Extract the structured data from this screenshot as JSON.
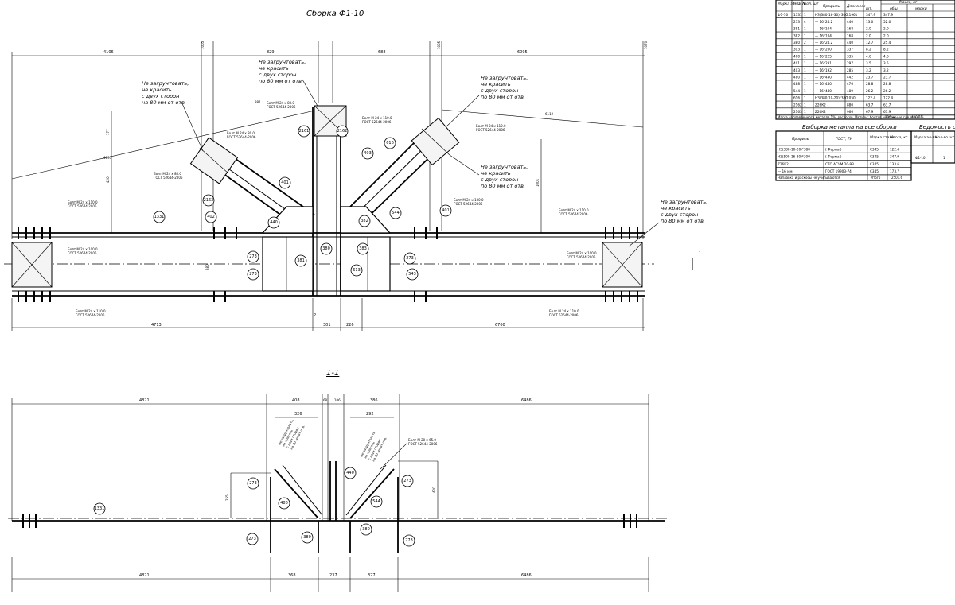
{
  "titles": {
    "assembly": "Сборка Ф1-10",
    "section": "1-1",
    "section_marker": "1",
    "sub_marker": "2"
  },
  "notes": {
    "no_weld_a": [
      "Не загрунтовать,",
      "не красить",
      "с двух сторон",
      "на 80 мм от отв."
    ],
    "no_weld_b": [
      "Не загрунтовать,",
      "не красить",
      "с двух сторон",
      "по 80 мм от отв."
    ],
    "bolt_24_80": [
      "Болт М 24 х 80.0",
      "ГОСТ 52644-2006"
    ],
    "bolt_24_100": [
      "Болт М 24 х 100.0",
      "ГОСТ 52644-2006"
    ],
    "bolt_24_110": [
      "Болт М 24 х 110.0",
      "ГОСТ 52644-2006"
    ],
    "bolt_20_65": [
      "Болт М 20 х 65.0",
      "ГОСТ 52644-2006"
    ],
    "section_no_weld_left": [
      "Не загрунтовать,",
      "не красить",
      "с двух сторон",
      "на 80 мм от отв."
    ],
    "section_no_weld_right": [
      "Не загрунтовать,",
      "не красить",
      "с двух сторон",
      "на 80 мм от отв."
    ]
  },
  "callouts_top": [
    "1331",
    "2161",
    "2163",
    "402",
    "401",
    "440",
    "273",
    "381",
    "380",
    "382",
    "383",
    "616",
    "403",
    "2162",
    "613",
    "544",
    "273",
    "401",
    "273",
    "543"
  ],
  "callouts_section": [
    "1331",
    "273",
    "273",
    "480",
    "380",
    "380",
    "440",
    "544",
    "273",
    "273"
  ],
  "dims_top": {
    "top_row": [
      "4106",
      "6095",
      "829",
      "688",
      "1005",
      "1005",
      "1070"
    ],
    "bottom_row": [
      "4713",
      "6700",
      "301",
      "226"
    ],
    "vertical": [
      "280",
      "420",
      "177",
      "1001"
    ],
    "diagonal": [
      "6112",
      "6113",
      "4093",
      "881"
    ]
  },
  "dims_section": {
    "top_row": [
      "4821",
      "6486",
      "408",
      "326",
      "386",
      "292",
      "68",
      "106"
    ],
    "bottom_row": [
      "4821",
      "6486",
      "368",
      "237",
      "327"
    ],
    "vertical": [
      "255",
      "420"
    ]
  },
  "spec_table": {
    "header": [
      "Марка эл-та",
      "Поз. №",
      "Кол. шт",
      "Профиль",
      "Длина мм",
      "Масса, кг",
      "шт.",
      "общ.",
      "марки"
    ],
    "mass_group": "Масса, кг",
    "rows": [
      [
        "Ф1-10",
        "1331",
        "1",
        "НЗ(380-16-30)*300",
        "11961",
        "347.9",
        "347.9"
      ],
      [
        "",
        "273",
        "4",
        "— 16*24.2",
        "440",
        "13.0",
        "52.0"
      ],
      [
        "",
        "381",
        "1",
        "— 16*104",
        "168",
        "2.0",
        "2.0"
      ],
      [
        "",
        "382",
        "1",
        "— 16*104",
        "168",
        "2.0",
        "2.0"
      ],
      [
        "",
        "380",
        "2",
        "— 16*24.2",
        "440",
        "12.7",
        "25.4"
      ],
      [
        "",
        "393",
        "1",
        "— 16*260",
        "337",
        "8.2",
        "8.2"
      ],
      [
        "",
        "400",
        "1",
        "— 16*225",
        "335",
        "4.6",
        "4.6"
      ],
      [
        "",
        "401",
        "1",
        "— 16*231",
        "297",
        "3.5",
        "3.5"
      ],
      [
        "",
        "403",
        "1",
        "— 16*192",
        "285",
        "3.2",
        "3.2"
      ],
      [
        "",
        "480",
        "1",
        "— 16*440",
        "442",
        "23.7",
        "23.7"
      ],
      [
        "",
        "488",
        "1",
        "— 16*440",
        "476",
        "28.8",
        "28.8"
      ],
      [
        "",
        "544",
        "1",
        "— 16*440",
        "489",
        "26.2",
        "26.2"
      ],
      [
        "",
        "616",
        "1",
        "НЗ(380-10-20)*380",
        "1050",
        "122.4",
        "122.4"
      ],
      [
        "",
        "2162",
        "1",
        "Z26К2",
        "880",
        "63.7",
        "63.7"
      ],
      [
        "",
        "2163",
        "1",
        "Z26К2",
        "966",
        "67.9",
        "67.9"
      ]
    ],
    "footnote": "Масса наплавленного металла 1%, раскосов. Метизы: болтов монтажные сделаны 1%",
    "total_label": "300 кг",
    "total": "4203.0"
  },
  "metal_table": {
    "title": "Выборка металла на все сборки",
    "header": [
      "Профиль",
      "ГОСТ, ТУ",
      "Марка стали",
      "Масса, кг"
    ],
    "rows": [
      [
        "НЗ(380-10-20)*380",
        "( Фарма )",
        "С345",
        "122.4"
      ],
      [
        "НЗ(500-16-30)*300",
        "( Фарма )",
        "С345",
        "347.9"
      ],
      [
        "Z26К2",
        "СТО АСЧМ 20-93",
        "С345",
        "133.6"
      ],
      [
        "— 16 мм",
        "ГОСТ 19903-74",
        "С345",
        "173.7"
      ]
    ],
    "footer": [
      "Наплавка и раскосы не учитываются",
      "Итого",
      "2501.6"
    ]
  },
  "vedomost_table": {
    "title": "Ведомость с",
    "header": [
      "Марка эл-та",
      "Кол-во шт"
    ],
    "rows": [
      [
        "Ф1-10",
        "1"
      ]
    ]
  }
}
